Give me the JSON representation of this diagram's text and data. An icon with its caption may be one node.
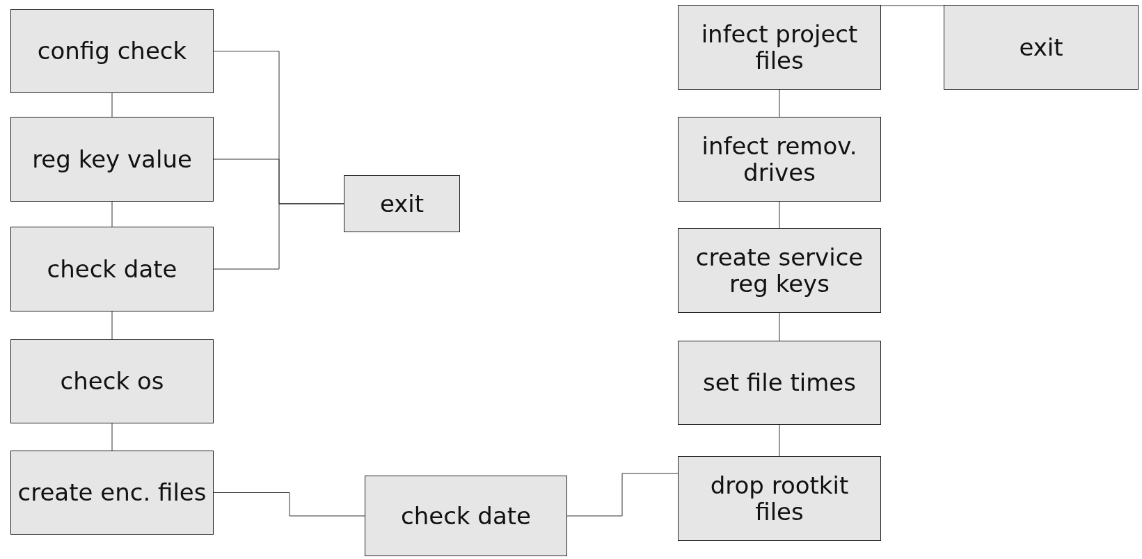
{
  "diagram": {
    "nodes": [
      {
        "text": [
          "config check"
        ]
      },
      {
        "text": [
          "reg key value"
        ]
      },
      {
        "text": [
          "check date"
        ]
      },
      {
        "text": [
          "check os"
        ]
      },
      {
        "text": [
          "create enc. files"
        ]
      },
      {
        "text": [
          "exit"
        ]
      },
      {
        "text": [
          "check date"
        ]
      },
      {
        "text": [
          "drop rootkit files"
        ]
      },
      {
        "text": [
          "set file times"
        ]
      },
      {
        "text": [
          "create service reg keys"
        ]
      },
      {
        "text": [
          "infect remov. drives"
        ]
      },
      {
        "text": [
          "infect project files"
        ]
      },
      {
        "text": [
          "exit"
        ]
      }
    ],
    "edges": [
      {
        "from": 0,
        "to": 1,
        "arrow": "none"
      },
      {
        "from": 1,
        "to": 2,
        "arrow": "none"
      },
      {
        "from": 2,
        "to": 3,
        "arrow": "none"
      },
      {
        "from": 3,
        "to": 4,
        "arrow": "none"
      },
      {
        "from": 0,
        "to": 5,
        "arrow": "none"
      },
      {
        "from": 1,
        "to": 5,
        "arrow": "none"
      },
      {
        "from": 2,
        "to": 5,
        "arrow": "none"
      },
      {
        "from": 4,
        "to": 6,
        "arrow": "none"
      },
      {
        "from": 6,
        "to": 7,
        "arrow": "none"
      },
      {
        "from": 7,
        "to": 8,
        "arrow": "none"
      },
      {
        "from": 8,
        "to": 9,
        "arrow": "none"
      },
      {
        "from": 9,
        "to": 10,
        "arrow": "none"
      },
      {
        "from": 10,
        "to": 11,
        "arrow": "none"
      },
      {
        "from": 11,
        "to": 12,
        "arrow": "none"
      }
    ]
  }
}
